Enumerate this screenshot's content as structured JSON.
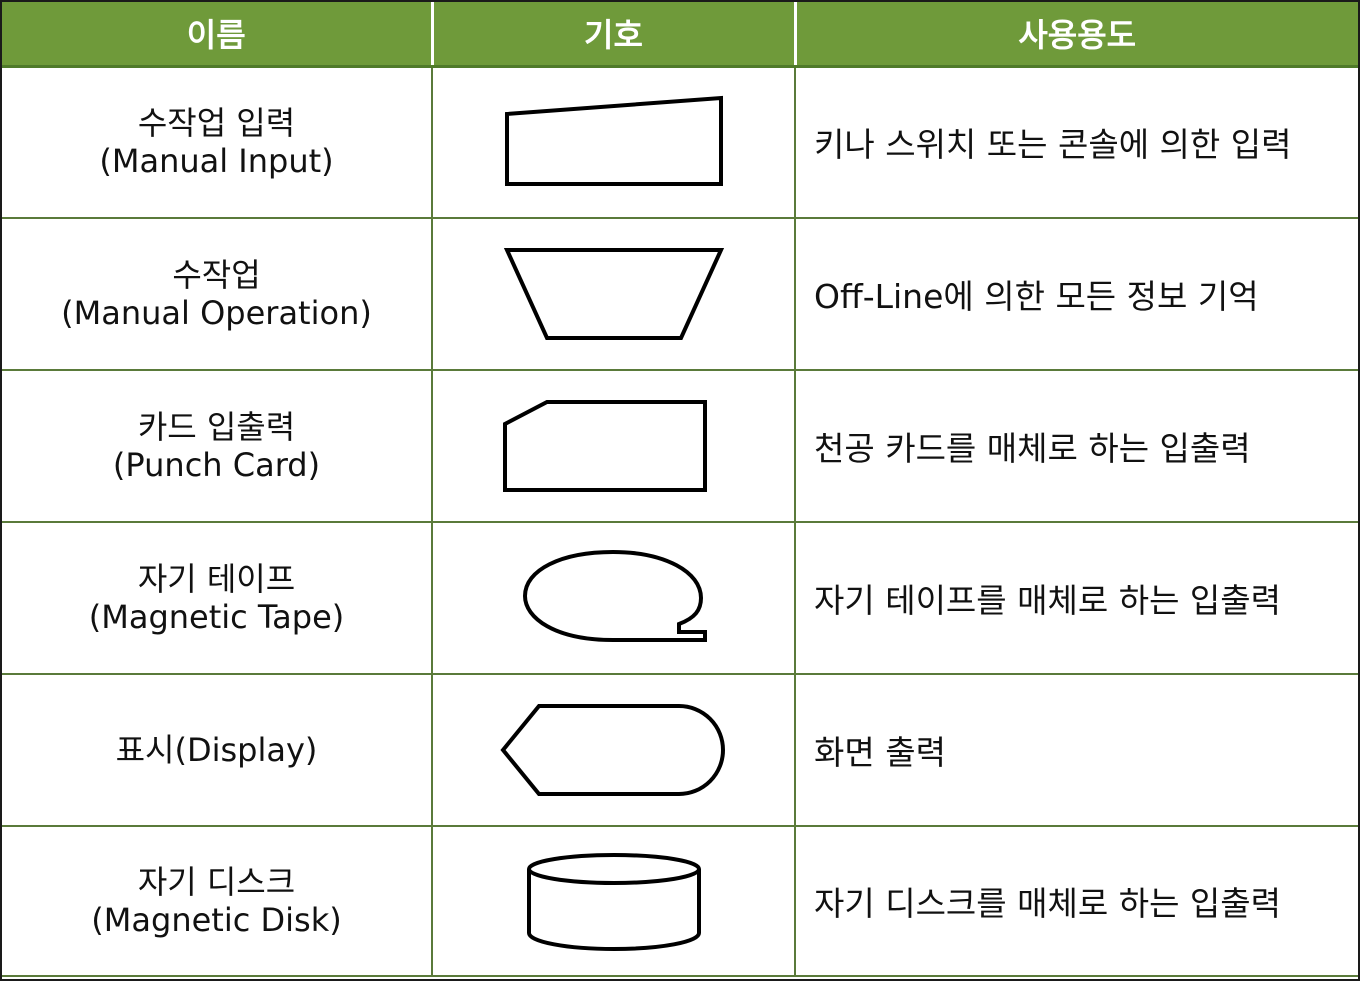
{
  "header": {
    "name": "이름",
    "symbol": "기호",
    "usage": "사용용도"
  },
  "rows": [
    {
      "name_ko": "수작업 입력",
      "name_en": "(Manual Input)",
      "symbol_icon": "manual-input-symbol",
      "usage": "키나 스위치 또는 콘솔에 의한 입력"
    },
    {
      "name_ko": "수작업",
      "name_en": "(Manual Operation)",
      "symbol_icon": "manual-operation-symbol",
      "usage": "Off-Line에 의한 모든 정보 기억"
    },
    {
      "name_ko": "카드 입출력",
      "name_en": "(Punch Card)",
      "symbol_icon": "punch-card-symbol",
      "usage": "천공 카드를 매체로 하는 입출력"
    },
    {
      "name_ko": "자기 테이프",
      "name_en": "(Magnetic Tape)",
      "symbol_icon": "magnetic-tape-symbol",
      "usage": "자기 테이프를 매체로 하는 입출력"
    },
    {
      "name_ko": "표시(Display)",
      "name_en": "",
      "symbol_icon": "display-symbol",
      "usage": "화면 출력"
    },
    {
      "name_ko": "자기 디스크",
      "name_en": "(Magnetic Disk)",
      "symbol_icon": "magnetic-disk-symbol",
      "usage": "자기 디스크를 매체로 하는 입출력"
    }
  ],
  "colors": {
    "header_bg": "#6f9a3a",
    "header_text": "#ffffff",
    "grid_line": "#5a7a3a"
  }
}
